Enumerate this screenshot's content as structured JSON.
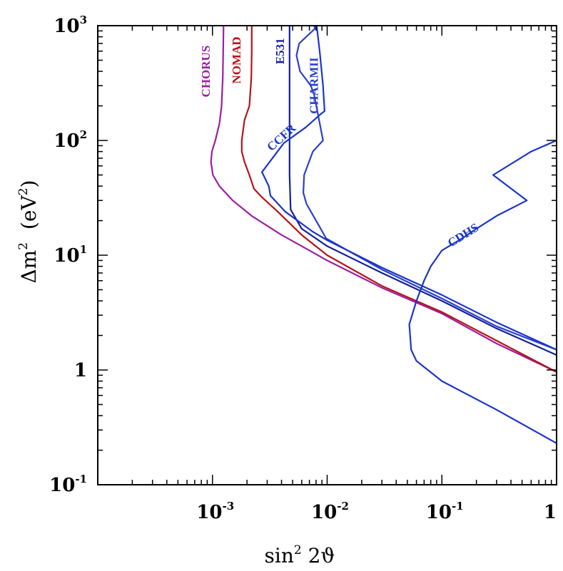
{
  "chart_data": {
    "type": "line",
    "xscale": "log",
    "yscale": "log",
    "xlim": [
      0.0001,
      1
    ],
    "ylim": [
      0.1,
      1000
    ],
    "grid": false,
    "legend": "none",
    "xlabel": {
      "base": "sin",
      "sup": "2",
      "rest": " 2ϑ"
    },
    "ylabel": {
      "base": "Δm",
      "sup": "2",
      "unit": "(eV",
      "unit_sup": "2",
      "unit_close": ")"
    },
    "x_ticks": [
      {
        "value": 0.001,
        "base": "10",
        "sup": "-3"
      },
      {
        "value": 0.01,
        "base": "10",
        "sup": "-2"
      },
      {
        "value": 0.1,
        "base": "10",
        "sup": "-1"
      },
      {
        "value": 1,
        "base": "1",
        "sup": ""
      }
    ],
    "y_ticks": [
      {
        "value": 0.1,
        "base": "10",
        "sup": "-1"
      },
      {
        "value": 1,
        "base": "1",
        "sup": ""
      },
      {
        "value": 10,
        "base": "10",
        "sup": "1"
      },
      {
        "value": 100,
        "base": "10",
        "sup": "2"
      },
      {
        "value": 1000,
        "base": "10",
        "sup": "3"
      }
    ],
    "series": [
      {
        "name": "CHORUS",
        "color": "#9b1fa0",
        "points": [
          [
            0.00125,
            1000
          ],
          [
            0.00124,
            600
          ],
          [
            0.00123,
            350
          ],
          [
            0.0012,
            200
          ],
          [
            0.00115,
            140
          ],
          [
            0.00106,
            100
          ],
          [
            0.00099,
            80
          ],
          [
            0.00097,
            65
          ],
          [
            0.00101,
            50
          ],
          [
            0.00115,
            40
          ],
          [
            0.0015,
            30
          ],
          [
            0.0022,
            22
          ],
          [
            0.004,
            15
          ],
          [
            0.007,
            11
          ],
          [
            0.01,
            9
          ],
          [
            0.03,
            5.2
          ],
          [
            0.1,
            3.1
          ],
          [
            0.3,
            1.7
          ],
          [
            1,
            0.96
          ]
        ]
      },
      {
        "name": "NOMAD",
        "color": "#b5141a",
        "points": [
          [
            0.0022,
            1000
          ],
          [
            0.0022,
            600
          ],
          [
            0.00218,
            350
          ],
          [
            0.0021,
            200
          ],
          [
            0.0019,
            150
          ],
          [
            0.0018,
            100
          ],
          [
            0.0018,
            80
          ],
          [
            0.0019,
            65
          ],
          [
            0.0021,
            50
          ],
          [
            0.0023,
            38
          ],
          [
            0.0027,
            32
          ],
          [
            0.0037,
            24
          ],
          [
            0.006,
            15
          ],
          [
            0.01,
            10
          ],
          [
            0.03,
            5.4
          ],
          [
            0.1,
            3.2
          ],
          [
            0.3,
            1.8
          ],
          [
            1,
            0.96
          ]
        ]
      },
      {
        "name": "E531",
        "color": "#14209a",
        "points": [
          [
            0.0047,
            1000
          ],
          [
            0.0047,
            500
          ],
          [
            0.0047,
            200
          ],
          [
            0.0047,
            100
          ],
          [
            0.0047,
            50
          ],
          [
            0.0048,
            25
          ],
          [
            0.006,
            17
          ],
          [
            0.01,
            12
          ],
          [
            0.03,
            7
          ],
          [
            0.1,
            4
          ],
          [
            0.3,
            2.3
          ],
          [
            1,
            1.35
          ]
        ]
      },
      {
        "name": "CHARMII",
        "color": "#2b3fcc",
        "points": [
          [
            0.0077,
            1000
          ],
          [
            0.0078,
            940
          ],
          [
            0.0057,
            700
          ],
          [
            0.0054,
            550
          ],
          [
            0.0058,
            400
          ],
          [
            0.0072,
            300
          ],
          [
            0.0077,
            250
          ],
          [
            0.0085,
            150
          ],
          [
            0.0092,
            100
          ],
          [
            0.0075,
            80
          ],
          [
            0.0063,
            50
          ],
          [
            0.0062,
            35
          ],
          [
            0.0066,
            28
          ],
          [
            0.0085,
            18
          ],
          [
            0.0098,
            14
          ],
          [
            0.03,
            7.5
          ],
          [
            0.1,
            4.2
          ],
          [
            0.3,
            2.4
          ],
          [
            1,
            1.5
          ]
        ]
      },
      {
        "name": "CCFR",
        "color": "#1a35c9",
        "points": [
          [
            0.0081,
            1000
          ],
          [
            0.0086,
            600
          ],
          [
            0.0092,
            300
          ],
          [
            0.0095,
            180
          ],
          [
            0.0088,
            170
          ],
          [
            0.0065,
            130
          ],
          [
            0.0042,
            95
          ],
          [
            0.0027,
            53
          ],
          [
            0.0031,
            40
          ],
          [
            0.0032,
            33
          ],
          [
            0.0043,
            24
          ],
          [
            0.0075,
            16
          ],
          [
            0.01,
            13.5
          ],
          [
            0.03,
            7.8
          ],
          [
            0.1,
            4.5
          ],
          [
            0.3,
            2.6
          ],
          [
            1,
            1.5
          ]
        ]
      },
      {
        "name": "CDHS",
        "color": "#1a35c9",
        "points": [
          [
            1,
            100
          ],
          [
            0.6,
            80
          ],
          [
            0.28,
            50
          ],
          [
            0.55,
            30
          ],
          [
            0.3,
            22
          ],
          [
            0.2,
            17
          ],
          [
            0.15,
            14
          ],
          [
            0.1,
            11
          ],
          [
            0.08,
            8
          ],
          [
            0.07,
            6
          ],
          [
            0.06,
            4
          ],
          [
            0.052,
            2.5
          ],
          [
            0.054,
            1.5
          ],
          [
            0.06,
            1.2
          ],
          [
            0.1,
            0.8
          ],
          [
            0.3,
            0.45
          ],
          [
            1,
            0.23
          ]
        ]
      }
    ],
    "labels": [
      {
        "text": "CHORUS",
        "series": "CHORUS",
        "x": 0.00095,
        "y": 400
      },
      {
        "text": "NOMAD",
        "series": "NOMAD",
        "x": 0.00175,
        "y": 500
      },
      {
        "text": "E531",
        "series": "E531",
        "x": 0.0042,
        "y": 600
      },
      {
        "text": "CHARMII",
        "series": "CHARMII",
        "x": 0.0083,
        "y": 300
      },
      {
        "text": "CCFR",
        "series": "CCFR",
        "x": 0.0042,
        "y": 100
      },
      {
        "text": "CDHS",
        "series": "CDHS",
        "x": 0.16,
        "y": 14
      }
    ]
  }
}
